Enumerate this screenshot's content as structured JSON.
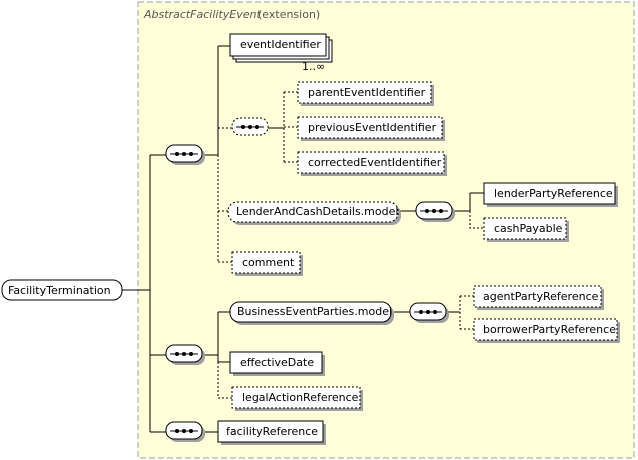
{
  "extension": {
    "base_type": "AbstractFacilityEvent",
    "suffix": "(extension)"
  },
  "root": {
    "label": "FacilityTermination"
  },
  "elements": {
    "eventIdentifier": "eventIdentifier",
    "eventIdentifier_cardinality": "1..∞",
    "parentEventIdentifier": "parentEventIdentifier",
    "previousEventIdentifier": "previousEventIdentifier",
    "correctedEventIdentifier": "correctedEventIdentifier",
    "lenderAndCashDetailsModel": "LenderAndCashDetails.model",
    "lenderPartyReference": "lenderPartyReference",
    "cashPayable": "cashPayable",
    "comment": "comment",
    "businessEventPartiesModel": "BusinessEventParties.model",
    "agentPartyReference": "agentPartyReference",
    "borrowerPartyReference": "borrowerPartyReference",
    "effectiveDate": "effectiveDate",
    "legalActionReference": "legalActionReference",
    "facilityReference": "facilityReference"
  },
  "colors": {
    "extension_fill": "#ffffd9",
    "extension_border": "#a0a0a0",
    "box_fill": "#ffffff",
    "shadow": "#a0a0a0"
  }
}
